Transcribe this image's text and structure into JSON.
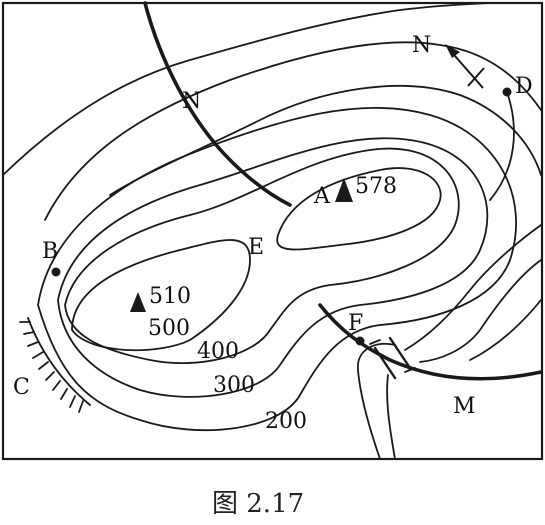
{
  "map": {
    "caption": "图 2.17",
    "north_label": "N",
    "points": {
      "A": "A",
      "B": "B",
      "C": "C",
      "D": "D",
      "E": "E",
      "F": "F",
      "M": "M",
      "N": "N"
    },
    "peaks": [
      {
        "label": "A",
        "elevation": "578"
      },
      {
        "label": "",
        "elevation": "510"
      }
    ],
    "contour_labels": [
      "500",
      "400",
      "300",
      "200"
    ],
    "icons": {
      "peak": "triangle-peak-icon",
      "north": "north-arrow-icon",
      "bridge": "bridge-icon",
      "cliff": "cliff-hatch-icon",
      "point": "dot-marker-icon"
    },
    "colors": {
      "ink": "#1a1a1a",
      "paper": "#ffffff"
    }
  }
}
